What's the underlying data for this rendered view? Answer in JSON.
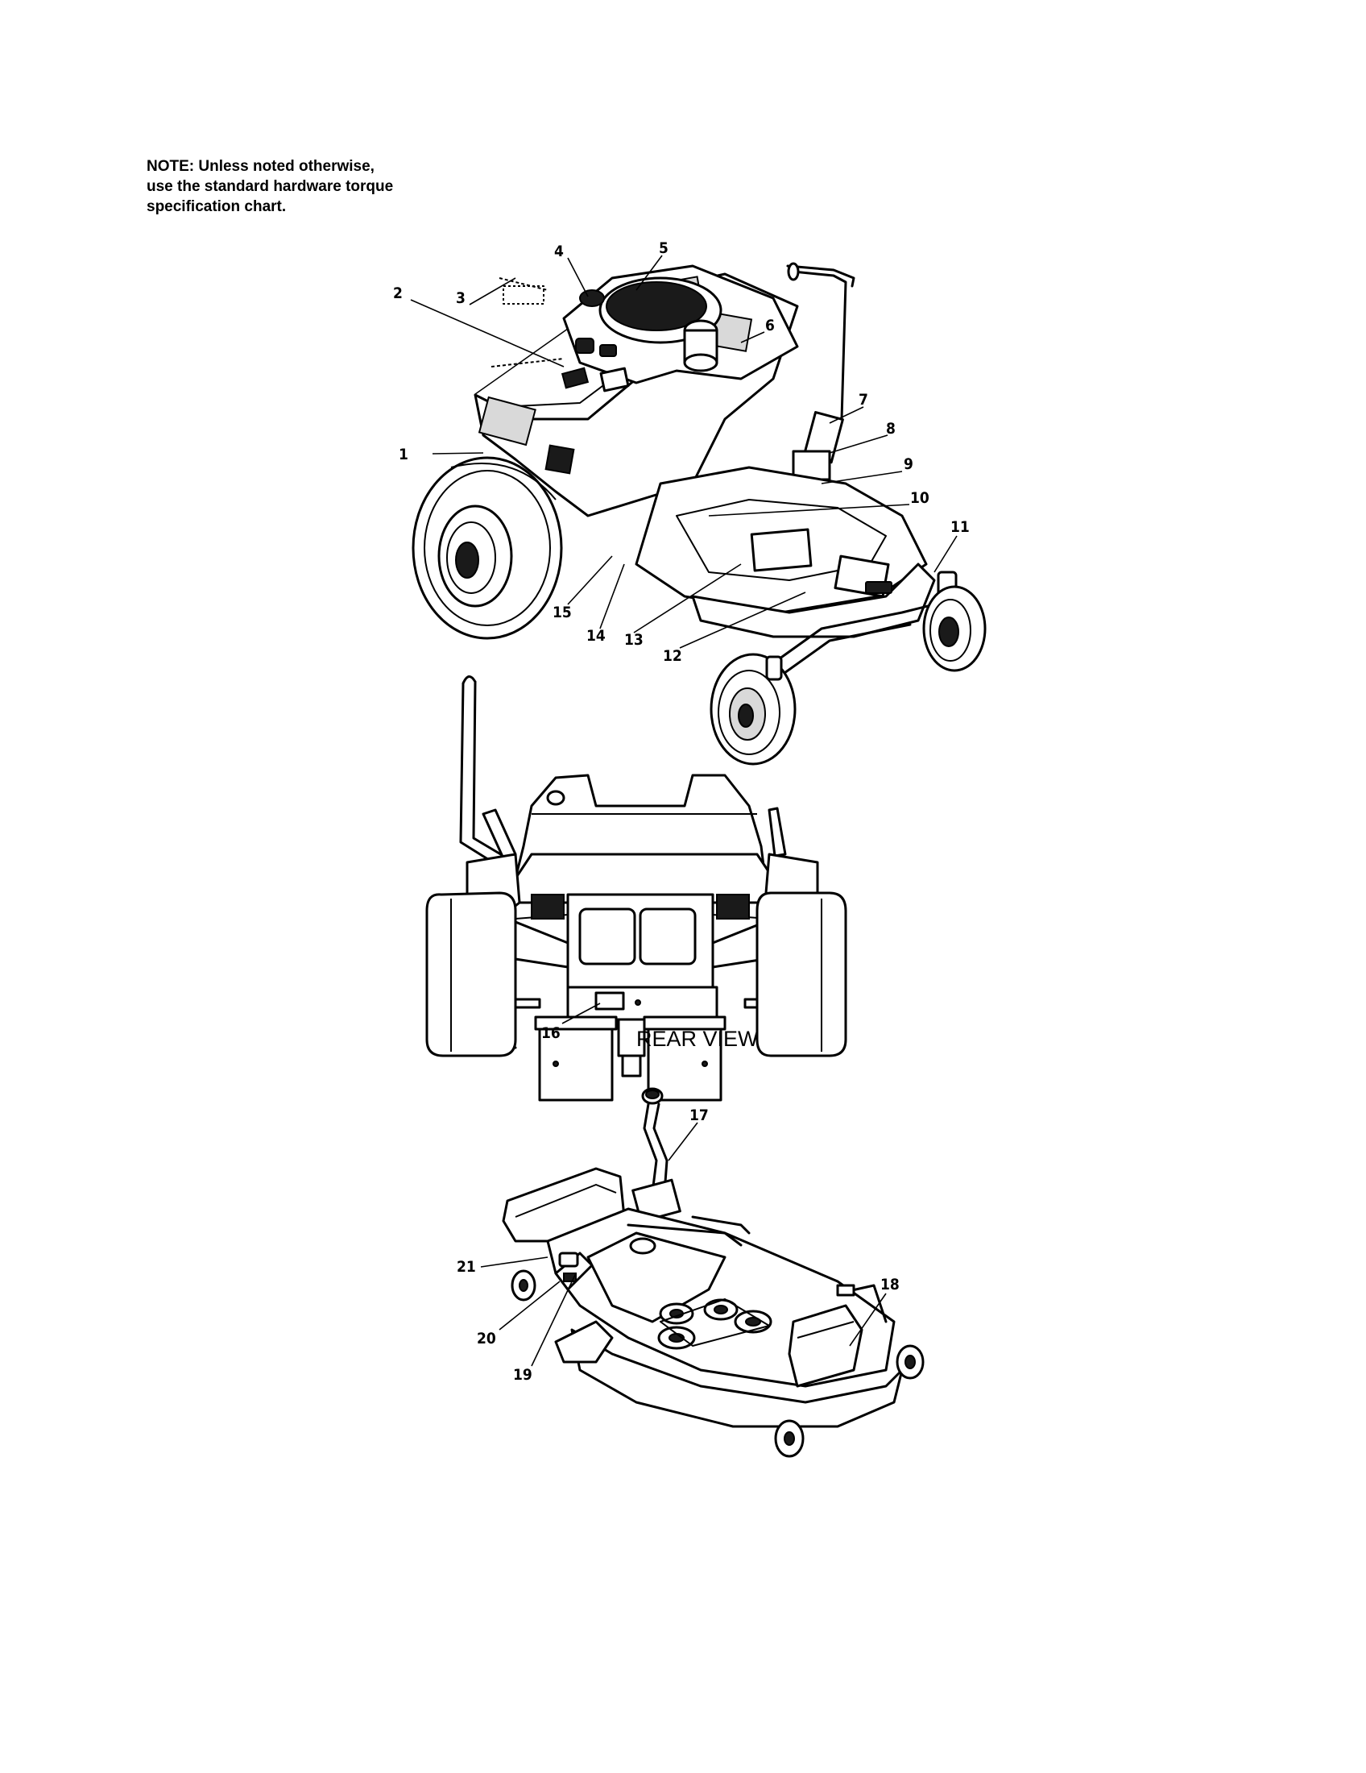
{
  "note": {
    "lines": [
      "NOTE: Unless noted otherwise,",
      "use the standard hardware torque",
      "specification chart."
    ]
  },
  "views": {
    "rear_caption": "REAR VIEW"
  },
  "callouts": [
    "1",
    "2",
    "3",
    "4",
    "5",
    "6",
    "7",
    "8",
    "9",
    "10",
    "11",
    "12",
    "13",
    "14",
    "15",
    "16",
    "17",
    "18",
    "19",
    "20",
    "21"
  ]
}
